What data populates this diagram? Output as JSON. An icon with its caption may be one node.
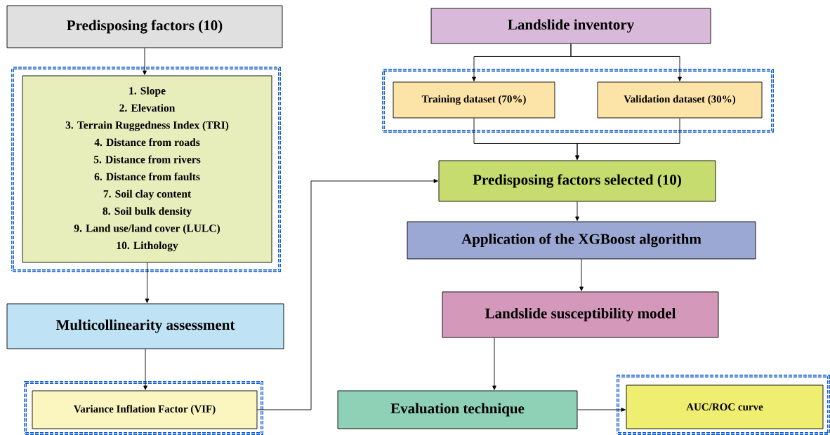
{
  "diagram": {
    "nodes": [
      {
        "text": [
          "Predisposing factors (10)"
        ]
      },
      {
        "text": [],
        "shape": "box"
      },
      {
        "text": [
          "1. Slope",
          "2. Elevation",
          "3. Terrain Ruggedness Index (TRI)",
          "4. Distance from roads",
          "5. Distance from rivers",
          "6. Distance from faults",
          "7. Soil clay content",
          "8. Soil bulk density",
          "9. Land use/land cover (LULC)",
          "10. Lithology"
        ],
        "in": 1
      },
      {
        "text": [
          "Landslide inventory"
        ]
      },
      {
        "text": [],
        "shape": "box"
      },
      {
        "text": [
          "Training dataset (70%)"
        ],
        "in": 4
      },
      {
        "text": [
          "Validation dataset (30%)"
        ],
        "in": 4
      },
      {
        "text": [
          "Predisposing factors selected (10)"
        ]
      },
      {
        "text": [
          "Application of the XGBoost algorithm"
        ]
      },
      {
        "text": [
          "Multicollinearity assessment"
        ]
      },
      {
        "text": [
          "Landslide susceptibility model"
        ]
      },
      {
        "text": [],
        "shape": "box"
      },
      {
        "text": [
          "Variance Inflation Factor (VIF)"
        ],
        "in": 11
      },
      {
        "text": [
          "Evaluation technique"
        ]
      },
      {
        "text": [],
        "shape": "box"
      },
      {
        "text": [
          "AUC/ROC curve"
        ],
        "in": 14
      }
    ],
    "edges": [
      {
        "from": 0,
        "to": 2,
        "arrow": "to"
      },
      {
        "from": 2,
        "to": 9,
        "arrow": "to"
      },
      {
        "from": 9,
        "to": 12,
        "arrow": "to"
      },
      {
        "from": 12,
        "to": 7,
        "arrow": "to"
      },
      {
        "from": 3,
        "to": 5,
        "arrow": "to"
      },
      {
        "from": 3,
        "to": 6,
        "arrow": "to"
      },
      {
        "from": 5,
        "to": 7,
        "arrow": "to"
      },
      {
        "from": 6,
        "to": 7,
        "arrow": "to"
      },
      {
        "from": 7,
        "to": 8,
        "arrow": "to"
      },
      {
        "from": 8,
        "to": 10,
        "arrow": "to"
      },
      {
        "from": 10,
        "to": 13,
        "arrow": "to"
      },
      {
        "from": 13,
        "to": 15,
        "arrow": "to"
      }
    ]
  }
}
